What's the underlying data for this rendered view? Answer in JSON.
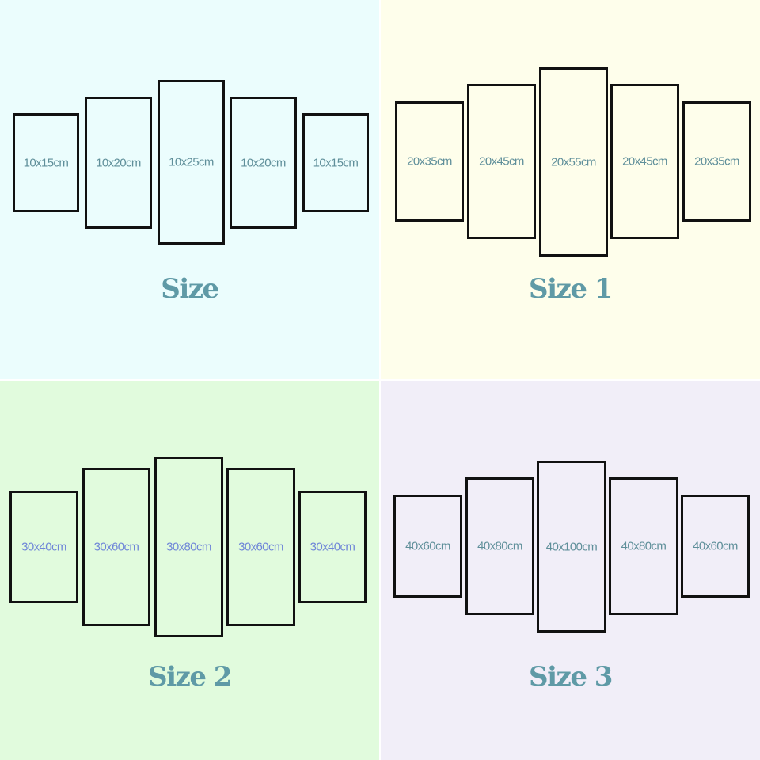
{
  "colors": {
    "title": "#5f9aa6",
    "panel_border": "#111111"
  },
  "quadrants": [
    {
      "title": "Size",
      "background": "#ebfdfd",
      "label_color": "#5f8f9a",
      "panels": [
        "10x15cm",
        "10x20cm",
        "10x25cm",
        "10x20cm",
        "10x15cm"
      ]
    },
    {
      "title": "Size 1",
      "background": "#fefeeb",
      "label_color": "#5f8f9a",
      "panels": [
        "20x35cm",
        "20x45cm",
        "20x55cm",
        "20x45cm",
        "20x35cm"
      ]
    },
    {
      "title": "Size 2",
      "background": "#e1fbdd",
      "label_color": "#6f86d8",
      "panels": [
        "30x40cm",
        "30x60cm",
        "30x80cm",
        "30x60cm",
        "30x40cm"
      ]
    },
    {
      "title": "Size 3",
      "background": "#f1eef8",
      "label_color": "#5f8f9a",
      "panels": [
        "40x60cm",
        "40x80cm",
        "40x100cm",
        "40x80cm",
        "40x60cm"
      ]
    }
  ]
}
